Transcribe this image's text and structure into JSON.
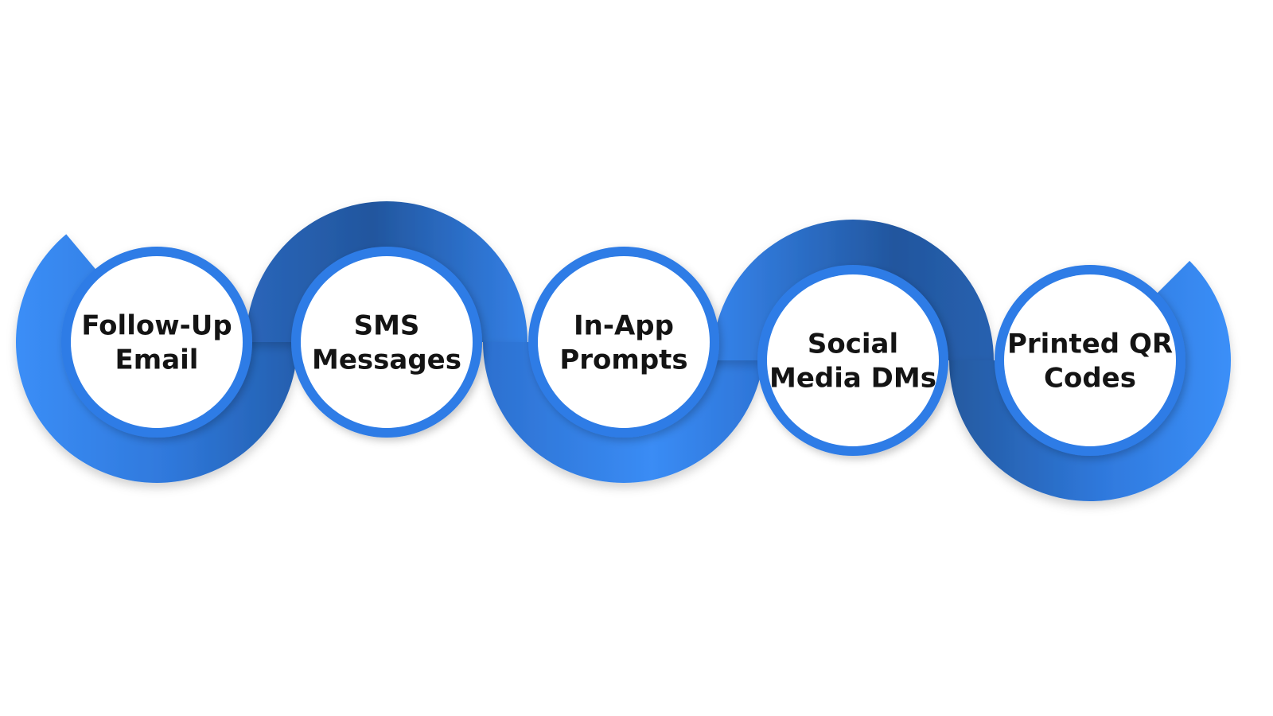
{
  "diagram": {
    "colors": {
      "ribbon_light": "#3b8ef7",
      "ribbon_mid": "#2f78db",
      "ribbon_dark": "#22569e",
      "node_fill": "#ffffff",
      "node_ring": "#2e7be6",
      "text": "#141414",
      "background": "#ffffff"
    },
    "nodes": [
      {
        "id": "follow-up-email",
        "lines": [
          "Follow-Up",
          "Email"
        ]
      },
      {
        "id": "sms-messages",
        "lines": [
          "SMS",
          "Messages"
        ]
      },
      {
        "id": "in-app-prompts",
        "lines": [
          "In-App",
          "Prompts"
        ]
      },
      {
        "id": "social-media-dms",
        "lines": [
          "Social",
          "Media DMs"
        ]
      },
      {
        "id": "printed-qr-codes",
        "lines": [
          "Printed QR",
          "Codes"
        ]
      }
    ]
  }
}
